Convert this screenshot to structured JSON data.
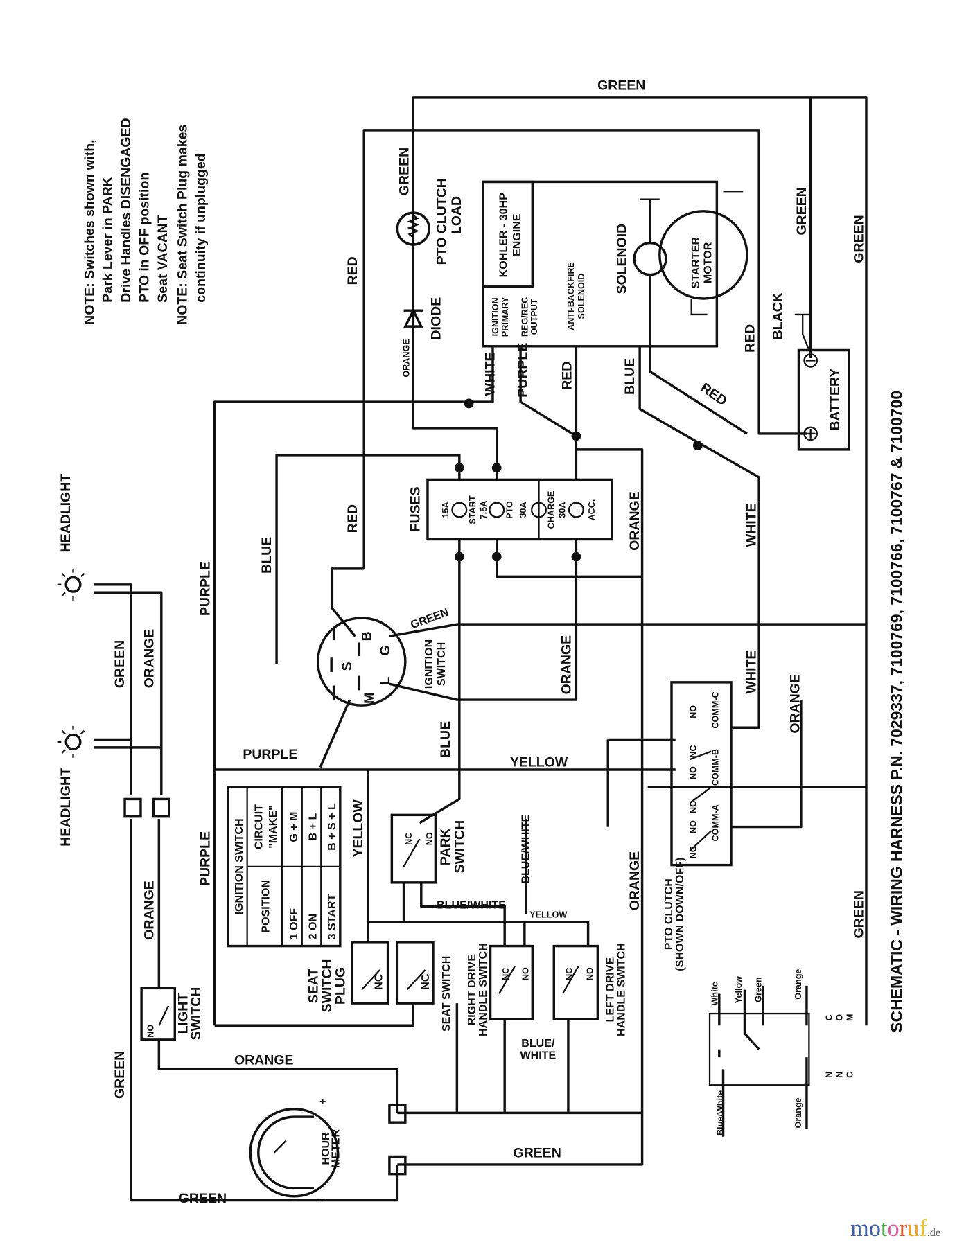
{
  "notes": [
    "NOTE: Switches shown with,",
    "Park Lever in PARK",
    "Drive Handles DISENGAGED",
    "PTO in OFF position",
    "Seat VACANT",
    "NOTE: Seat Switch Plug makes",
    "continuity if unplugged"
  ],
  "title": "SCHEMATIC - WIRING HARNESS P.N. 7029337, 7100769, 7100766, 7100767 & 7100700",
  "components": {
    "pto_clutch": [
      "PTO CLUTCH",
      "LOAD"
    ],
    "diode": "DIODE",
    "engine": [
      "KOHLER - 30HP",
      "ENGINE"
    ],
    "engine_terminals": [
      "IGNITION",
      "PRIMARY",
      "REG/REC",
      "OUTPUT",
      "ANTI-BACKFIRE",
      "SOLENOID"
    ],
    "solenoid": "SOLENOID",
    "starter": [
      "STARTER",
      "MOTOR"
    ],
    "battery": "BATTERY",
    "fuses_title": "FUSES",
    "fuses": [
      {
        "rating": "15A",
        "name": "START"
      },
      {
        "rating": "7.5A",
        "name": "PTO"
      },
      {
        "rating": "30A",
        "name": "CHARGE"
      },
      {
        "rating": "30A",
        "name": "ACC."
      }
    ],
    "ignition_switch": [
      "IGNITION",
      "SWITCH"
    ],
    "ignition_terminals": [
      "B",
      "G",
      "S",
      "L",
      "M"
    ],
    "headlight": "HEADLIGHT",
    "light_switch": [
      "LIGHT",
      "SWITCH"
    ],
    "no": "NO",
    "nc": "NC",
    "seat_switch_plug": [
      "SEAT",
      "SWITCH",
      "PLUG"
    ],
    "seat_switch": "SEAT SWITCH",
    "park_switch": [
      "PARK",
      "SWITCH"
    ],
    "right_drive": [
      "RIGHT DRIVE",
      "HANDLE SWITCH"
    ],
    "left_drive": [
      "LEFT DRIVE",
      "HANDLE SWITCH"
    ],
    "pto_switch": [
      "PTO CLUTCH",
      "(SHOWN DOWN/OFF)"
    ],
    "pto_switch_terms": [
      "NC",
      "NO",
      "NC",
      "NO",
      "NC",
      "NO",
      "COMM-A",
      "COMM-B",
      "COMM-C"
    ],
    "hour_meter": [
      "HOUR",
      "METER"
    ],
    "pto_detail_wires": [
      "White",
      "Yellow",
      "Green",
      "Orange",
      "Blue/White",
      "Orange"
    ],
    "pto_detail_legend": [
      "N",
      "C",
      "N",
      "O",
      "C",
      "O",
      "M"
    ]
  },
  "wires": [
    "GREEN",
    "RED",
    "GREEN",
    "ORANGE",
    "WHITE",
    "PURPLE",
    "RED",
    "BLUE",
    "RED",
    "BLACK",
    "GREEN",
    "GREEN",
    "RED",
    "BLUE",
    "PURPLE",
    "ORANGE",
    "WHITE",
    "GREEN",
    "ORANGE",
    "BLUE",
    "YELLOW",
    "PURPLE",
    "WHITE",
    "ORANGE",
    "GREEN",
    "ORANGE",
    "PURPLE",
    "YELLOW",
    "BLUE/WHITE",
    "BLUE/WHITE",
    "YELLOW",
    "ORANGE",
    "GREEN",
    "BLUE/",
    "WHITE",
    "ORANGE",
    "GREEN",
    "GREEN",
    "GREEN",
    "RED"
  ],
  "ignition_table": {
    "header": "IGNITION SWITCH",
    "columns": [
      "POSITION",
      "CIRCUIT",
      "\"MAKE\""
    ],
    "rows": [
      [
        "1 OFF",
        "G + M"
      ],
      [
        "2 ON",
        "B + L"
      ],
      [
        "3 START",
        "B + S + L"
      ]
    ]
  },
  "watermark": {
    "text": "motoruf",
    "suffix": ".de",
    "colors": [
      "#3d5fa8",
      "#3d5fa8",
      "#4aa84a",
      "#e05aa0",
      "#e8562a",
      "#f0a020",
      "#f0c020"
    ]
  }
}
